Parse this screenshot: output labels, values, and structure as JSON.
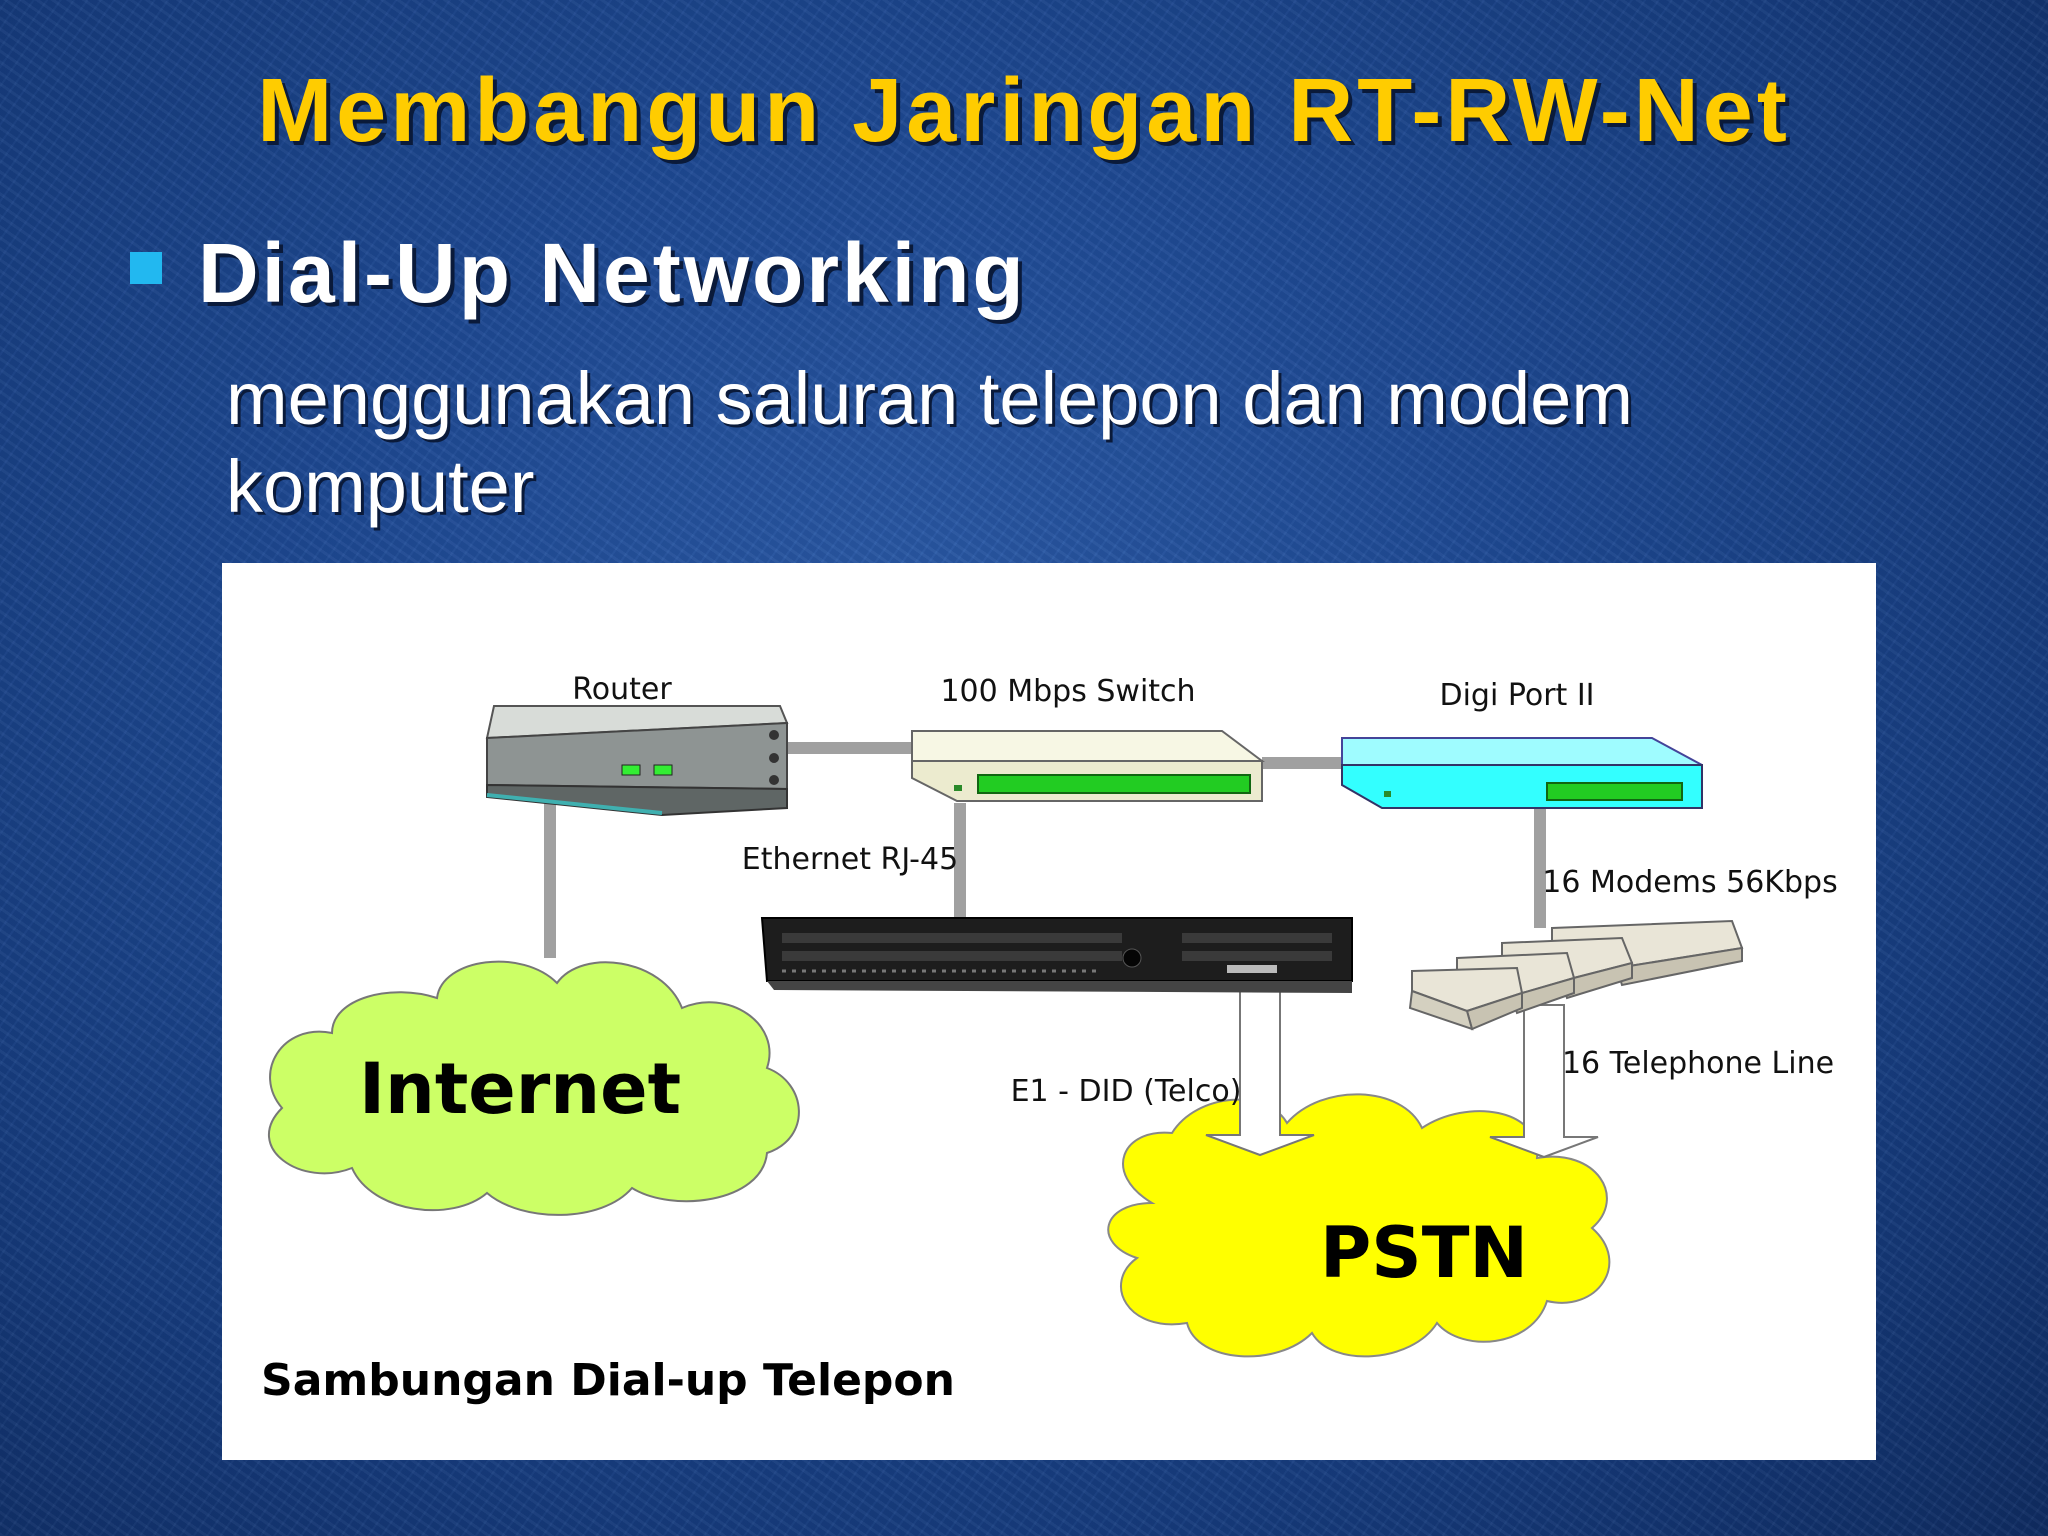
{
  "slide": {
    "title": "Membangun Jaringan RT-RW-Net",
    "bullet_title": "Dial-Up Networking",
    "bullet_body": "menggunakan saluran telepon dan modem komputer"
  },
  "diagram": {
    "labels": {
      "router": "Router",
      "switch": "100 Mbps Switch",
      "digiport": "Digi Port II",
      "ethernet": "Ethernet RJ-45",
      "modems": "16 Modems 56Kbps",
      "phone_lines": "16 Telephone Line",
      "e1": "E1 - DID (Telco)",
      "internet": "Internet",
      "pstn": "PSTN",
      "caption": "Sambungan Dial-up Telepon"
    },
    "colors": {
      "internet_cloud": "#ccff66",
      "pstn_cloud": "#ffff00",
      "digiport": "#33ffff",
      "switch_body": "#f2f2d2",
      "port_green": "#22cc22",
      "connector": "#a0a0a0"
    }
  }
}
